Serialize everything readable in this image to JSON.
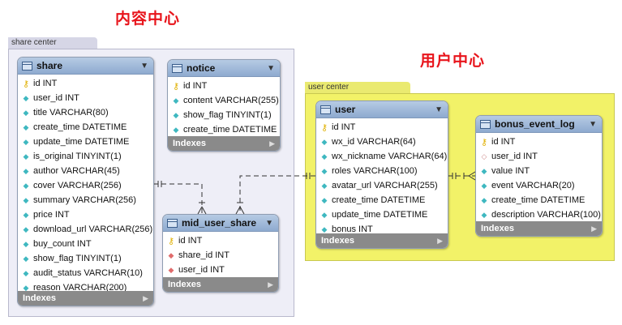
{
  "headings": {
    "content_center": "内容中心",
    "user_center": "用户中心"
  },
  "groups": {
    "share_center": "share center",
    "user_center": "user center"
  },
  "icons": {
    "primary_key": "key-icon",
    "column": "diamond-icon",
    "foreign_key": "red-diamond-icon",
    "table": "table-icon",
    "expand": "chevron-down-icon",
    "footer": "triangle-right-icon"
  },
  "colors": {
    "heading": "#e8141b",
    "share_group": "#eeeef7",
    "user_group": "#f2f268",
    "table_header": "#9db6d9",
    "footer": "#8a8a8a"
  },
  "tables": {
    "share": {
      "name": "share",
      "columns": [
        "id INT",
        "user_id INT",
        "title VARCHAR(80)",
        "create_time DATETIME",
        "update_time DATETIME",
        "is_original TINYINT(1)",
        "author VARCHAR(45)",
        "cover VARCHAR(256)",
        "summary VARCHAR(256)",
        "price INT",
        "download_url VARCHAR(256)",
        "buy_count INT",
        "show_flag TINYINT(1)",
        "audit_status VARCHAR(10)",
        "reason VARCHAR(200)"
      ],
      "footer": "Indexes"
    },
    "notice": {
      "name": "notice",
      "columns": [
        "id INT",
        "content VARCHAR(255)",
        "show_flag TINYINT(1)",
        "create_time DATETIME"
      ],
      "footer": "Indexes"
    },
    "mid_user_share": {
      "name": "mid_user_share",
      "columns": [
        "id INT",
        "share_id INT",
        "user_id INT"
      ],
      "footer": "Indexes"
    },
    "user": {
      "name": "user",
      "columns": [
        "id INT",
        "wx_id VARCHAR(64)",
        "wx_nickname VARCHAR(64)",
        "roles VARCHAR(100)",
        "avatar_url VARCHAR(255)",
        "create_time DATETIME",
        "update_time DATETIME",
        "bonus INT"
      ],
      "footer": "Indexes"
    },
    "bonus_event_log": {
      "name": "bonus_event_log",
      "columns": [
        "id INT",
        "user_id INT",
        "value INT",
        "event VARCHAR(20)",
        "create_time DATETIME",
        "description VARCHAR(100)"
      ],
      "footer": "Indexes"
    }
  }
}
